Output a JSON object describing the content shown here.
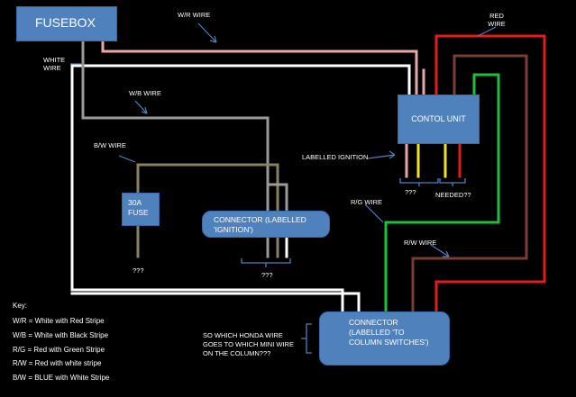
{
  "boxes": {
    "fusebox": "FUSEBOX",
    "control_unit": "CONTOL UNIT",
    "fuse_30a": "30A FUSE",
    "connector_ignition": "CONNECTOR (LABELLED 'IGNITION')",
    "connector_column": "CONNECTOR (LABELLED 'TO COLUMN SWITCHES')"
  },
  "labels": {
    "wr_wire": "W/R WIRE",
    "red_wire": "RED WIRE",
    "white_wire": "WHITE WIRE",
    "wb_wire": "W/B WIRE",
    "bw_wire": "B/W WIRE",
    "labelled_ignition": "LABELLED IGNITION",
    "qqq_control": "???",
    "needed": "NEEDED??",
    "rg_wire": "R/G WIRE",
    "rw_wire": "R/W WIRE",
    "qqq_fuse": "???",
    "qqq_connector": "???",
    "question": "SO WHICH HONDA WIRE GOES TO WHICH MINI WIRE ON THE COLUMN???"
  },
  "key": {
    "title": "Key:",
    "items": [
      "W/R = White with Red Stripe",
      "W/B = White with Black Stripe",
      "R/G = Red with Green Stripe",
      "R/W = Red with white stripe",
      "B/W = BLUE with White Stripe"
    ]
  },
  "colors": {
    "white": "#ffffff",
    "white_red": "#e8a7a7",
    "white_black": "#9a9a9a",
    "red": "#e21b1b",
    "red_green": "#1fbf3b",
    "red_white": "#7a3d33",
    "blue_white": "#8a8162",
    "yellow": "#f2e21a",
    "box_blue": "#4f81bd"
  }
}
